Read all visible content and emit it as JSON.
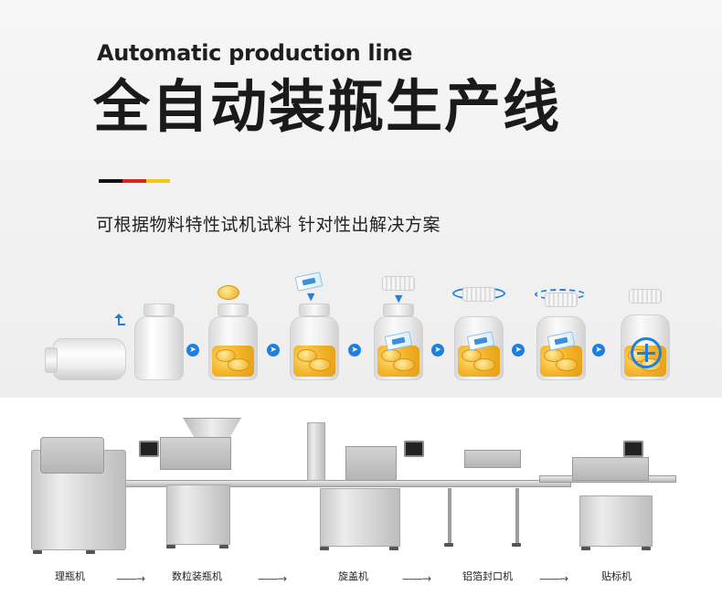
{
  "header": {
    "title_en": "Automatic production line",
    "title_cn": "全自动装瓶生产线",
    "subtitle": "可根据物料特性试机试料 针对性出解决方案",
    "flag_colors": [
      "#111111",
      "#d8251d",
      "#f5c518"
    ]
  },
  "colors": {
    "accent": "#1e7fe0",
    "pill": "#f4b42a"
  },
  "process_icons": [
    "up-arrow-icon",
    "arrow-right-icon",
    "cross-label-icon"
  ],
  "machines": [
    {
      "label": "理瓶机"
    },
    {
      "label": "数粒装瓶机"
    },
    {
      "label": "旋盖机"
    },
    {
      "label": "铝箔封口机"
    },
    {
      "label": "贴标机"
    }
  ],
  "flow_arrow": "——→"
}
